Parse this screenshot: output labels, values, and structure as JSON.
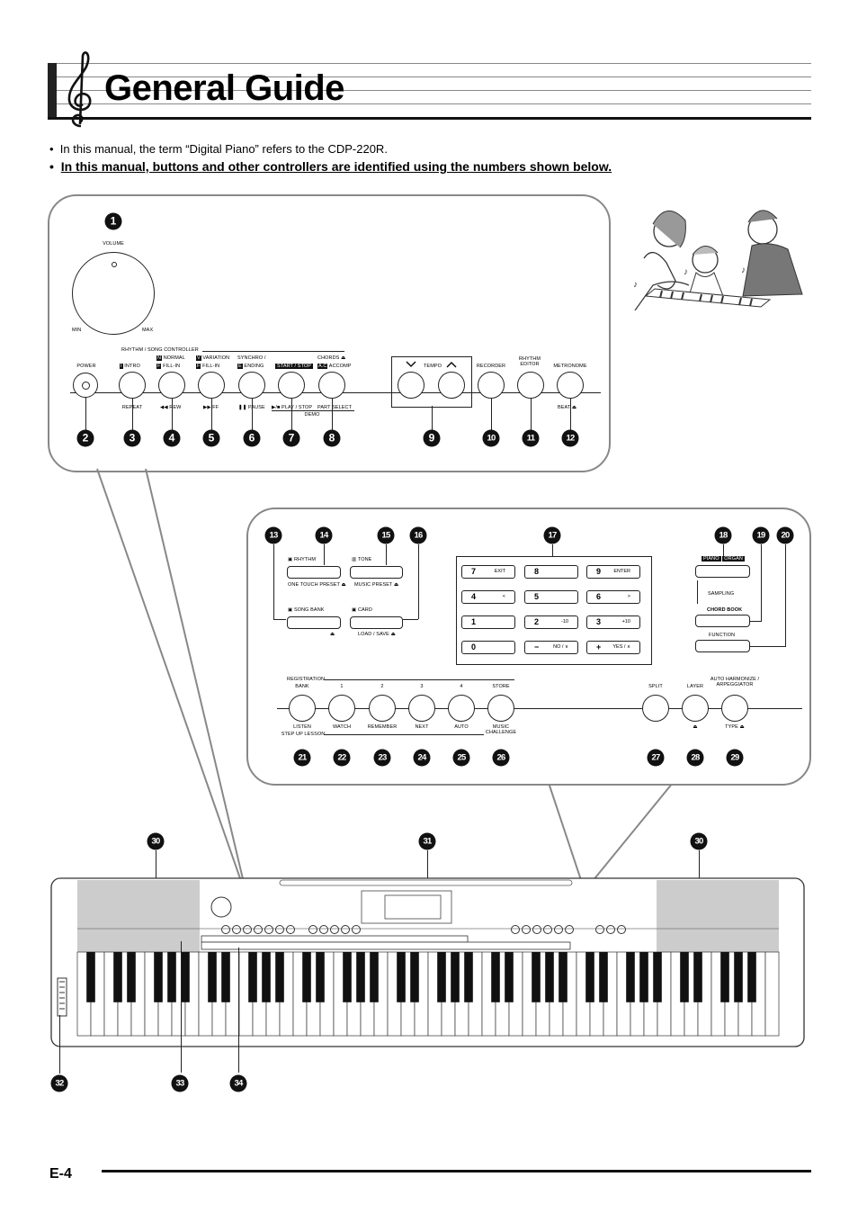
{
  "header": {
    "title": "General Guide",
    "bullet1": "In this manual, the term “Digital Piano” refers to the CDP-220R.",
    "bullet2": "In this manual, buttons and other controllers are identified using the numbers shown below."
  },
  "top_panel": {
    "volume": "VOLUME",
    "min": "MIN",
    "max": "MAX",
    "rhythm_song_controller": "RHYTHM / SONG CONTROLLER",
    "power": "POWER",
    "intro_key": "I",
    "intro": "INTRO",
    "repeat": "REPEAT",
    "normal_key": "N",
    "normal": "NORMAL",
    "fill_key1": "F",
    "fill_in1": "FILL-IN",
    "rew": "REW",
    "variation_key": "V",
    "variation": "VARIATION",
    "fill_key2": "F",
    "fill_in2": "FILL-IN",
    "ff": "FF",
    "synchro": "SYNCHRO /",
    "ending_key": "E",
    "ending": "ENDING",
    "pause": "PAUSE",
    "start_stop": "START / STOP",
    "play_stop": "PLAY / STOP",
    "demo": "DEMO",
    "chords": "CHORDS",
    "accomp_key": "A.C",
    "accomp": "ACCOMP",
    "part_select": "PART SELECT",
    "tempo": "TEMPO",
    "recorder": "RECORDER",
    "rhythm_editor": "RHYTHM\nEDITOR",
    "metronome": "METRONOME",
    "beat": "BEAT",
    "callouts": [
      "1",
      "2",
      "3",
      "4",
      "5",
      "6",
      "7",
      "8",
      "9",
      "10",
      "11",
      "12"
    ]
  },
  "bottom_panel": {
    "rhythm": "RHYTHM",
    "tone": "TONE",
    "one_touch_preset": "ONE TOUCH PRESET",
    "music_preset": "MUSIC PRESET",
    "song_bank": "SONG BANK",
    "card": "CARD",
    "load_save": "LOAD / SAVE",
    "keypad": [
      {
        "main": "7",
        "sub": "EXIT"
      },
      {
        "main": "8",
        "sub": ""
      },
      {
        "main": "9",
        "sub": "ENTER"
      },
      {
        "main": "4",
        "sub": "<"
      },
      {
        "main": "5",
        "sub": ""
      },
      {
        "main": "6",
        "sub": ">"
      },
      {
        "main": "1",
        "sub": ""
      },
      {
        "main": "2",
        "sub": "-10"
      },
      {
        "main": "3",
        "sub": "+10"
      },
      {
        "main": "0",
        "sub": ""
      },
      {
        "main": "−",
        "sub": "NO / ∨"
      },
      {
        "main": "+",
        "sub": "YES / ∧"
      }
    ],
    "piano": "PIANO",
    "organ": "ORGAN",
    "sampling": "SAMPLING",
    "chord_book": "CHORD BOOK",
    "function": "FUNCTION",
    "registration": "REGISTRATION",
    "bank": "BANK",
    "reg1": "1",
    "reg2": "2",
    "reg3": "3",
    "reg4": "4",
    "store": "STORE",
    "listen": "LISTEN",
    "watch": "WATCH",
    "remember": "REMEMBER",
    "next": "NEXT",
    "auto": "AUTO",
    "music_challenge": "MUSIC\nCHALLENGE",
    "step_up_lesson": "STEP UP LESSON",
    "split": "SPLIT",
    "layer": "LAYER",
    "auto_harmonize": "AUTO HARMONIZE /\nARPEGGIATOR",
    "type": "TYPE",
    "callouts": [
      "13",
      "14",
      "15",
      "16",
      "17",
      "18",
      "19",
      "20",
      "21",
      "22",
      "23",
      "24",
      "25",
      "26",
      "27",
      "28",
      "29"
    ]
  },
  "keyboard": {
    "callouts": [
      "30",
      "31",
      "30",
      "32",
      "33",
      "34"
    ]
  },
  "footer": {
    "page_number": "E-4"
  }
}
